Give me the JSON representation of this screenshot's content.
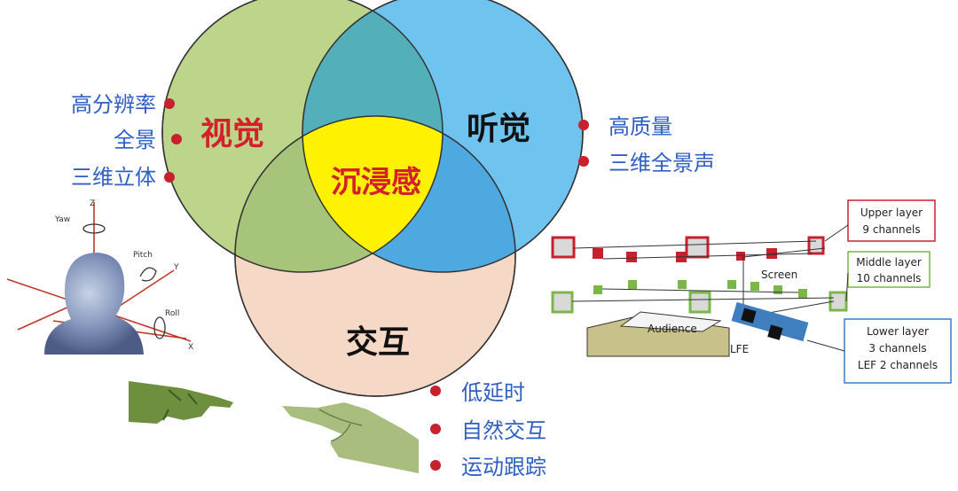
{
  "venn": {
    "visual": "视觉",
    "audio": "听觉",
    "interaction": "交互",
    "center": "沉浸感"
  },
  "visual_features": [
    "高分辨率",
    "全景",
    "三维立体"
  ],
  "audio_features": [
    "高质量",
    "三维全景声"
  ],
  "interaction_features": [
    "低延时",
    "自然交互",
    "运动跟踪"
  ],
  "head_axes": {
    "z": "Z",
    "yaw": "Yaw",
    "pitch": "Pitch",
    "y": "Y",
    "roll": "Roll",
    "x": "X"
  },
  "speaker_layout": {
    "upper": [
      "Upper layer",
      "9 channels"
    ],
    "middle": [
      "Middle layer",
      "10 channels"
    ],
    "lower": [
      "Lower layer",
      "3 channels",
      "LEF 2 channels"
    ],
    "screen": "Screen",
    "audience": "Audience",
    "lfe": "LFE"
  },
  "colors": {
    "visual": "#bcd58a",
    "audio": "#6ec4ee",
    "interaction": "#f5d8c6",
    "center": "#fff200",
    "feature_text": "#2f5fc4",
    "dot": "#c8202c",
    "visual_title": "#d4202a",
    "upper": "#c8202c",
    "middle": "#7ab648",
    "lower": "#3f7fbf"
  }
}
